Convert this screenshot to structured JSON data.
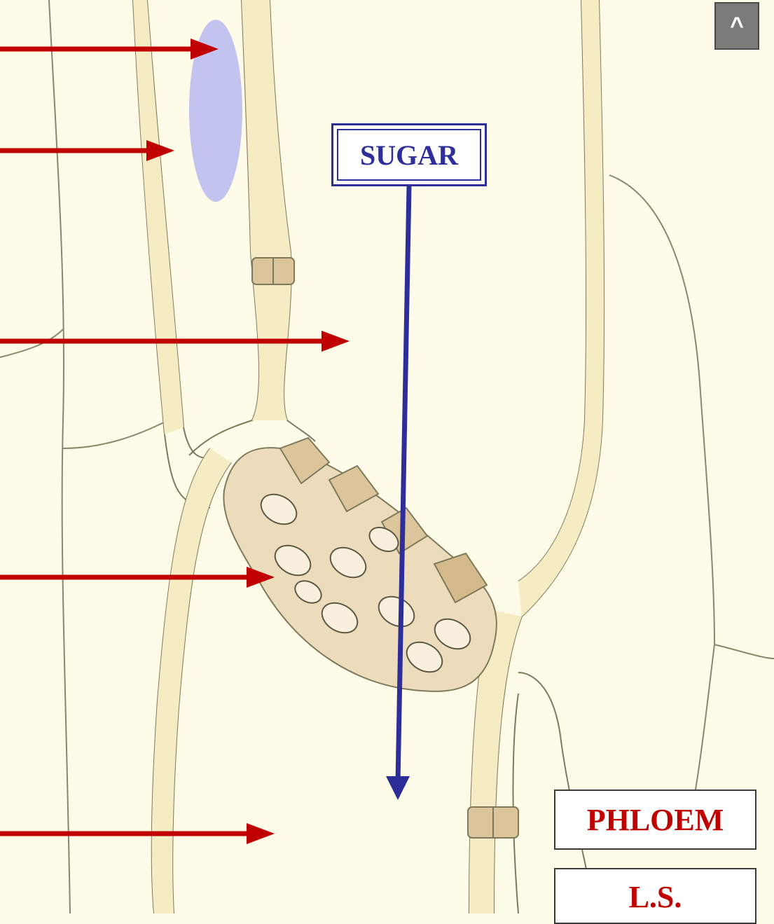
{
  "labels": {
    "sugar": "SUGAR",
    "phloem": "PHLOEM",
    "section": "L.S."
  },
  "nav": {
    "up_glyph": "^"
  },
  "colors": {
    "background": "#fffbe9",
    "cell_wall": "#f6ecc4",
    "wall_outline": "#7d7a5c",
    "sieve_plate": "#eddcbc",
    "pore": "#f8f0dc",
    "plastid": "#b9b8f0",
    "red_arrow": "#c00000",
    "sugar_arrow": "#2e2e9a"
  },
  "red_arrow_count": 5,
  "sieve_pore_count": 9
}
